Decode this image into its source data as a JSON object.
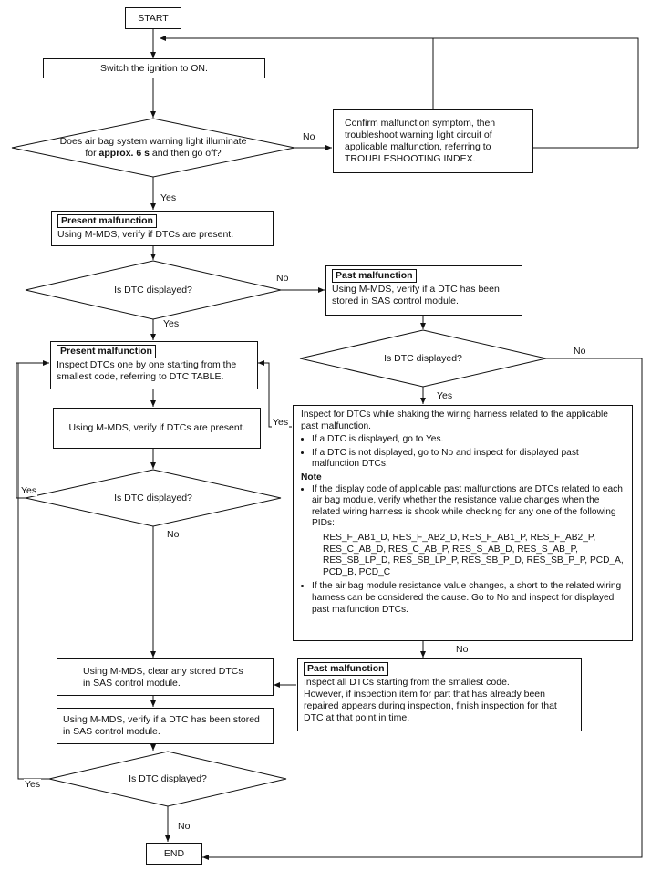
{
  "start": "START",
  "step_ignition": "Switch the ignition to ON.",
  "q_warning_light": {
    "line1": "Does air bag system warning light illuminate",
    "for": "for ",
    "bold": "approx. 6 s",
    "rest": " and then go off?"
  },
  "confirm_symptom": "Confirm malfunction symptom, then troubleshoot warning light circuit of applicable malfunction, referring to TROUBLESHOOTING INDEX.",
  "present_malfunction_1": {
    "title": "Present malfunction",
    "text": "Using M-MDS, verify if DTCs are present."
  },
  "q_dtc_1": "Is DTC displayed?",
  "past_malfunction_1": {
    "title": "Past malfunction",
    "text": "Using M-MDS, verify if a DTC has been stored in SAS control module."
  },
  "present_malfunction_2": {
    "title": "Present malfunction",
    "text": "Inspect DTCs one by one starting from the smallest code, referring to DTC TABLE."
  },
  "q_dtc_past": "Is DTC displayed?",
  "verify_dtcs": "Using M-MDS, verify if DTCs are present.",
  "inspect_shaking": {
    "intro": "Inspect for DTCs while shaking the wiring harness related to the applicable past malfunction.",
    "bullet1": "If a DTC is displayed, go to Yes.",
    "bullet2": "If a DTC is not displayed, go to No and inspect for displayed past malfunction DTCs.",
    "note_title": "Note",
    "note1": "If the display code of applicable past malfunctions are DTCs related to each air bag module, verify whether the resistance value changes when the related wiring harness is shook while checking for any one of the following PIDs:",
    "pids": "RES_F_AB1_D, RES_F_AB2_D, RES_F_AB1_P, RES_F_AB2_P, RES_C_AB_D, RES_C_AB_P, RES_S_AB_D, RES_S_AB_P, RES_SB_LP_D, RES_SB_LP_P, RES_SB_P_D, RES_SB_P_P, PCD_A, PCD_B, PCD_C",
    "note2": "If the air bag module resistance value changes, a short to the related wiring harness can be considered the cause. Go to No and inspect for displayed past malfunction DTCs."
  },
  "q_dtc_2": "Is DTC displayed?",
  "clear_dtcs": "Using M-MDS, clear any stored DTCs in SAS control module.",
  "past_malfunction_2": {
    "title": "Past malfunction",
    "line1": "Inspect all DTCs starting from the smallest code.",
    "line2": "However, if inspection item for part that has already been repaired appears during inspection, finish inspection for that DTC at that point in time."
  },
  "verify_stored": "Using M-MDS, verify if a DTC has been stored in SAS control module.",
  "q_dtc_3": "Is DTC displayed?",
  "end": "END",
  "labels": {
    "yes": "Yes",
    "no": "No"
  }
}
